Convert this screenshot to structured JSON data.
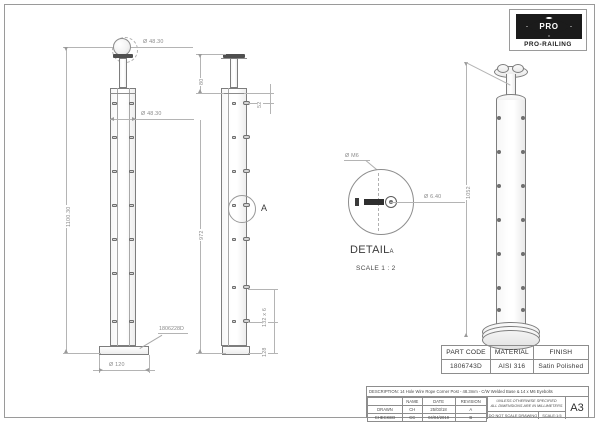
{
  "sheet": {
    "size_code": "A3"
  },
  "logo": {
    "mark_text": "PRO",
    "wordmark": "PRO-RAILING",
    "name": "pro-railing-logo"
  },
  "views": {
    "front": {
      "name": "front-elevation-view",
      "dims": {
        "ball_dia": "Ø 48.30",
        "tube_dia": "Ø 48.30",
        "overall_height": "1100.30",
        "base_dia": "Ø 120"
      },
      "leader": "1806228D"
    },
    "side": {
      "name": "side-elevation-view",
      "dims": {
        "top_height": "80",
        "upper_offset": "52",
        "post_height": "972",
        "hole_spacing": "132 x 6",
        "bottom_offset": "128"
      },
      "callout_label": "A"
    },
    "detail": {
      "name": "detail-view-a",
      "title": "DETAIL",
      "title_sub": "A",
      "scale": "SCALE 1 : 2",
      "dims": {
        "thread": "Ø M6",
        "hole_dia": "Ø 6.40"
      }
    },
    "iso": {
      "name": "isometric-view",
      "dims": {
        "height": "1052"
      }
    }
  },
  "part_table": {
    "headers": [
      "PART CODE",
      "MATERIAL",
      "FINISH"
    ],
    "row": [
      "1806743D",
      "AISI 316",
      "Satin Polished"
    ]
  },
  "title_block": {
    "description_label": "DESCRIPTION:",
    "description": "14 Hole Wire Rope Corner Post - 48.3mm - C/W Welded Base & 14 x M6 Eyebolts",
    "columns": [
      "",
      "NAME",
      "DATE",
      "REVISION"
    ],
    "rows": [
      {
        "role": "DRAWN",
        "name": "CH",
        "date": "25/03/18",
        "revision": "A"
      },
      {
        "role": "CHECKED",
        "name": "CC",
        "date": "04/04/2019",
        "revision": "B"
      }
    ],
    "note_line1": "UNLESS OTHERWISE SPECIFIED",
    "note_line2": "ALL DIMENSIONS ARE IN MILLIMETERS",
    "no_scale": "DO NOT SCALE DRAWING",
    "scale": "SCALE:1:5",
    "size": "A3"
  },
  "colors": {
    "line": "#8d8d8d",
    "dim_line": "#b4b4b4",
    "text": "#4a4a4a",
    "logo_black": "#1b1b1b"
  }
}
